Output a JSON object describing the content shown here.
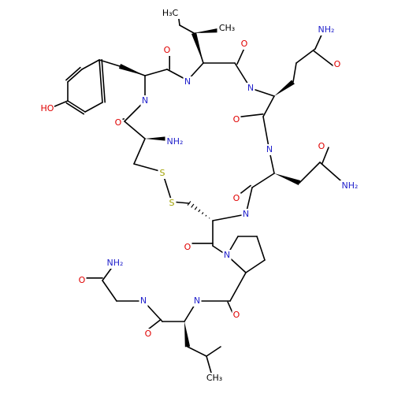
{
  "colors": {
    "N": "#2222cc",
    "O": "#e00000",
    "S": "#a0a000",
    "C": "#000000"
  },
  "labels": [
    {
      "id": "ch3-top-left",
      "text": "H₃C",
      "color": "C"
    },
    {
      "id": "ch3-top-right",
      "text": "CH₃",
      "color": "C"
    },
    {
      "id": "o-tyr-amide",
      "text": "O",
      "color": "O"
    },
    {
      "id": "o-ile-amide",
      "text": "O",
      "color": "O"
    },
    {
      "id": "nh-ile",
      "text": "N",
      "color": "N"
    },
    {
      "id": "nh-gln",
      "text": "N",
      "color": "N"
    },
    {
      "id": "nh2-gln-side",
      "text": "NH₂",
      "color": "N"
    },
    {
      "id": "o-gln-side",
      "text": "O",
      "color": "O"
    },
    {
      "id": "ho-tyr",
      "text": "HO",
      "color": "O"
    },
    {
      "id": "nh-tyr",
      "text": "N",
      "color": "N"
    },
    {
      "id": "o-gln-backbone",
      "text": "O",
      "color": "O"
    },
    {
      "id": "o-cys1",
      "text": "O",
      "color": "O"
    },
    {
      "id": "nh2-cys1",
      "text": "NH₂",
      "color": "N"
    },
    {
      "id": "nh-asn",
      "text": "N",
      "color": "N"
    },
    {
      "id": "o-asn-side",
      "text": "O",
      "color": "O"
    },
    {
      "id": "nh2-asn-side",
      "text": "NH₂",
      "color": "N"
    },
    {
      "id": "s1",
      "text": "S",
      "color": "S"
    },
    {
      "id": "s2",
      "text": "S",
      "color": "S"
    },
    {
      "id": "o-asn-backbone",
      "text": "O",
      "color": "O"
    },
    {
      "id": "nh-cys6",
      "text": "N",
      "color": "N"
    },
    {
      "id": "o-cys6",
      "text": "O",
      "color": "O"
    },
    {
      "id": "n-pro",
      "text": "N",
      "color": "N"
    },
    {
      "id": "nh2-gly",
      "text": "NH₂",
      "color": "N"
    },
    {
      "id": "o-gly",
      "text": "O",
      "color": "O"
    },
    {
      "id": "nh-gly",
      "text": "N",
      "color": "N"
    },
    {
      "id": "nh-leu",
      "text": "N",
      "color": "N"
    },
    {
      "id": "o-pro",
      "text": "O",
      "color": "O"
    },
    {
      "id": "o-leu",
      "text": "O",
      "color": "O"
    },
    {
      "id": "ch3-bottom",
      "text": "CH₃",
      "color": "C"
    }
  ]
}
